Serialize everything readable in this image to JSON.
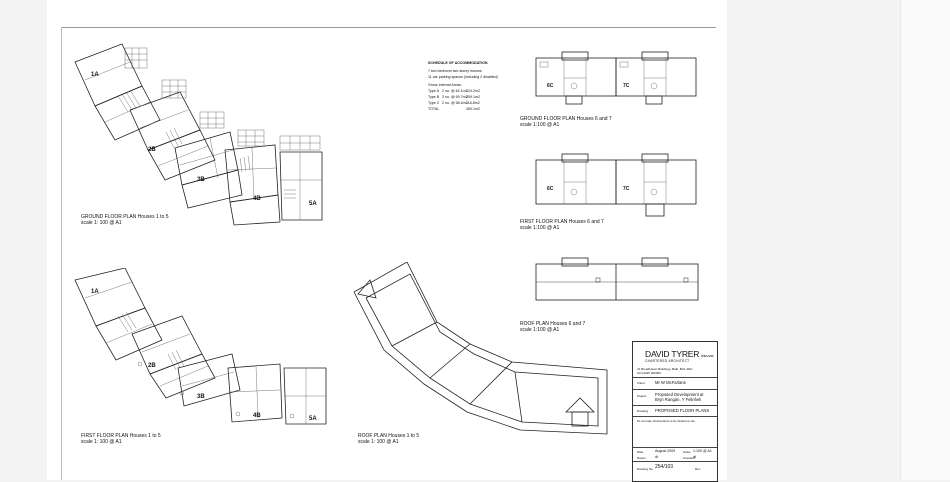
{
  "plans": {
    "gf_1_5": {
      "title": "GROUND FLOOR PLAN   Houses 1 to 5",
      "scale": "scale  1: 100 @ A1"
    },
    "ff_1_5": {
      "title": "FIRST FLOOR PLAN   Houses 1 to 5",
      "scale": "scale  1: 100 @ A1"
    },
    "roof_1_5": {
      "title": "ROOF PLAN   Houses 1 to 5",
      "scale": "scale  1: 100 @ A1"
    },
    "gf_6_7": {
      "title": "GROUND FLOOR PLAN   Houses 6 and 7",
      "scale": "scale  1:100 @ A1"
    },
    "ff_6_7": {
      "title": "FIRST FLOOR PLAN   Houses 6 and 7",
      "scale": "scale  1:100 @ A1"
    },
    "roof_6_7": {
      "title": "ROOF PLAN   Houses 6 and 7",
      "scale": "scale  1:100 @ A1"
    }
  },
  "rooms": {
    "gf": [
      "1A",
      "2B",
      "3B",
      "4B",
      "5A"
    ],
    "ff": [
      "1A",
      "2B",
      "3B",
      "4B",
      "5A"
    ],
    "gf67": [
      "6C",
      "7C"
    ],
    "ff67": [
      "6C",
      "7C"
    ]
  },
  "schedule": {
    "title": "SCHEDULE OF ACCOMMODATION",
    "line1": "7 two bedroom two storey houses",
    "line2": "11 car parking spaces (including 2 disabled)",
    "gia": "Gross Internal Areas:",
    "rows": [
      {
        "type": "Type A",
        "count": "2 no. @ 62.1m2",
        "area": "124.2m2"
      },
      {
        "type": "Type B",
        "count": "3 no. @ 69.7m2",
        "area": "209.1m2"
      },
      {
        "type": "Type C",
        "count": "2 no. @ 58.4m2",
        "area": "116.8m2"
      }
    ],
    "total_label": "TOTAL",
    "total_value": "450.1m2"
  },
  "title_block": {
    "firm": "DAVID TYRER",
    "firm_suffix": "RIBA ARB",
    "subtitle": "CHARTERED   ARCHITECT",
    "address": "21 Broadhaven Buildings, Bath, BA1 4NH",
    "tel": "Tel 01225 000000",
    "client_label": "Client",
    "client": "Mr W McFarlane",
    "project_label": "Project",
    "project_1": "Proposed Development at",
    "project_2": "Bryn Rangan, Y Felinheli",
    "drawing_label": "Drawing",
    "drawing": "PROPOSED FLOOR PLANS",
    "note": "Do not scale. All dimensions to be checked on site.",
    "date_label": "Date",
    "date": "August 2009",
    "scale_label": "Scale",
    "scale": "1:100 @ A1",
    "drawn_label": "Drawn",
    "drawn": "dt",
    "checked_label": "Checked",
    "checked": "dt",
    "number_label": "Drawing No.",
    "number": "254/103",
    "rev_label": "Rev"
  }
}
